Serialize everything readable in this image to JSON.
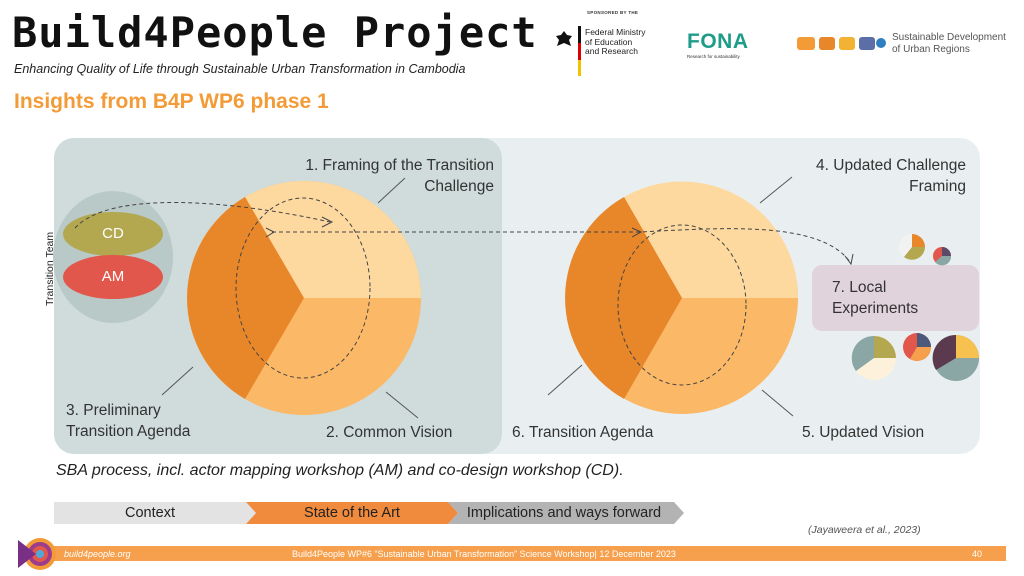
{
  "header": {
    "title": "Build4People Project",
    "subtitle": "Enhancing Quality of Life through Sustainable Urban Transformation in Cambodia",
    "section_heading": "Insights from B4P WP6 phase 1"
  },
  "sponsors": {
    "bmbf_sponsored_by": "SPONSORED BY THE",
    "bmbf_line1": "Federal Ministry",
    "bmbf_line2": "of Education",
    "bmbf_line3": "and Research",
    "fona_name": "FONA",
    "fona_sub": "Research for sustainability",
    "surc_line1": "Sustainable Development",
    "surc_line2": "of Urban Regions"
  },
  "diagram": {
    "team_label": "Transition Team",
    "cd": "CD",
    "am": "AM",
    "step1_line1": "1. Framing of the Transition",
    "step1_line2": "Challenge",
    "step2": "2. Common Vision",
    "step3_line1": "3. Preliminary",
    "step3_line2": "Transition Agenda",
    "step4_line1": "4. Updated Challenge",
    "step4_line2": "Framing",
    "step5": "5. Updated Vision",
    "step6": "6. Transition Agenda",
    "step7_line1": "7. Local",
    "step7_line2": "Experiments"
  },
  "caption": "SBA process, incl. actor mapping workshop (AM) and co-design workshop (CD).",
  "progress": {
    "steps": [
      "Context",
      "State of the Art",
      "Implications and ways forward"
    ],
    "active_index": 1
  },
  "citation": "(Jayaweera et al., 2023)",
  "footer": {
    "url": "build4people.org",
    "event": "Build4People WP#6 “Sustainable Urban Transformation” Science Workshop| 12 December 2023",
    "page": "40"
  },
  "colors": {
    "accent": "#f39b36",
    "dark_orange": "#e8862a",
    "mid_orange": "#fbb867",
    "light_orange": "#fdd9a0",
    "cd_olive": "#b3a84f",
    "am_red": "#e2574c"
  }
}
